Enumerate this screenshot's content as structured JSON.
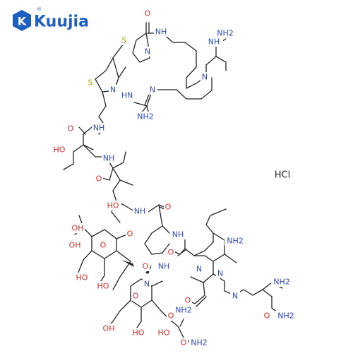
{
  "logo": {
    "text": "Kuujia",
    "registered": "®",
    "color": "#1f5fbf"
  },
  "structure": {
    "counterion": "HCl",
    "atoms": {
      "o_top": "O",
      "nh_top": "NH",
      "s1": "S",
      "n1": "N",
      "s2": "S",
      "n2": "N",
      "nh2_g1": "NH2",
      "nh_g1": "NH",
      "n_g1": "N",
      "n_center": "N",
      "nh_g2": "HN",
      "nh2_g2": "NH2",
      "nh_amide1": "NH",
      "o_amide1": "O",
      "ho_1": "HO",
      "nh_amide2": "NH",
      "o_amide2": "O",
      "ho_2": "HO",
      "nh_amide3": "NH",
      "o_amide3": "O",
      "nh_amide4": "NH",
      "nh2_pyr": "NH2",
      "n_pyr1": "N",
      "n_pyr2": "N",
      "o_amide4": "O",
      "o_ring1": "O",
      "oh_1": "OH",
      "o_link": "O",
      "ho_3": "HO",
      "ho_4": "HO",
      "oh_2": "OH",
      "o_ring2": "O",
      "o_bridge": "O",
      "n_im": "N",
      "nh_im": "NH",
      "o_amide5": "O",
      "nh2_amide5": "NH2",
      "nh_chain": "N",
      "nh2_chain": "NH2",
      "o_amide6": "O",
      "nh2_amide6": "NH2",
      "oh_3": "OH",
      "ho_5": "HO",
      "ho_6": "HO",
      "o_carb": "O",
      "o_carb2": "O",
      "nh2_carb": "NH2"
    },
    "colors": {
      "nitrogen": "#2f48c9",
      "oxygen": "#d4302a",
      "sulfur": "#b49a00",
      "bond": "#222222"
    }
  }
}
